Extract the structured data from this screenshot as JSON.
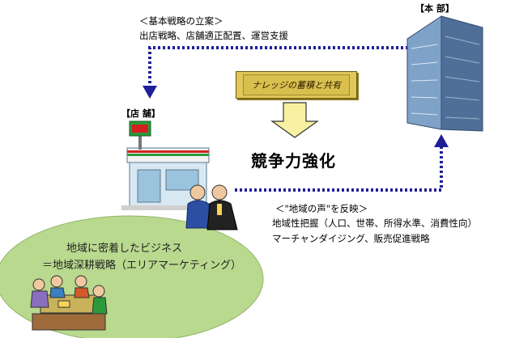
{
  "hq": {
    "label": "【本 部】"
  },
  "store": {
    "label": "【店 舗】"
  },
  "top_flow": {
    "heading": "＜基本戦略の立案＞",
    "detail": "出店戦略、店舗適正配置、運営支援"
  },
  "knowledge": {
    "label": "ナレッジの蓄積と共有"
  },
  "result": {
    "label": "競争力強化"
  },
  "bottom_flow": {
    "heading": "＜\"地域の声\"を反映＞",
    "line1": "地域性把握（人口、世帯、所得水準、消費性向）",
    "line2": "マーチャンダイジング、販売促進戦略"
  },
  "region": {
    "line1": "地域に密着したビジネス",
    "line2": "＝地域深耕戦略（エリアマーケティング）"
  },
  "colors": {
    "arrow_blue": "#1f1f9a",
    "oval_green": "#b9d98e",
    "box_gold": "#e0c85a",
    "arrow_yellow": "#f7f0a0"
  }
}
